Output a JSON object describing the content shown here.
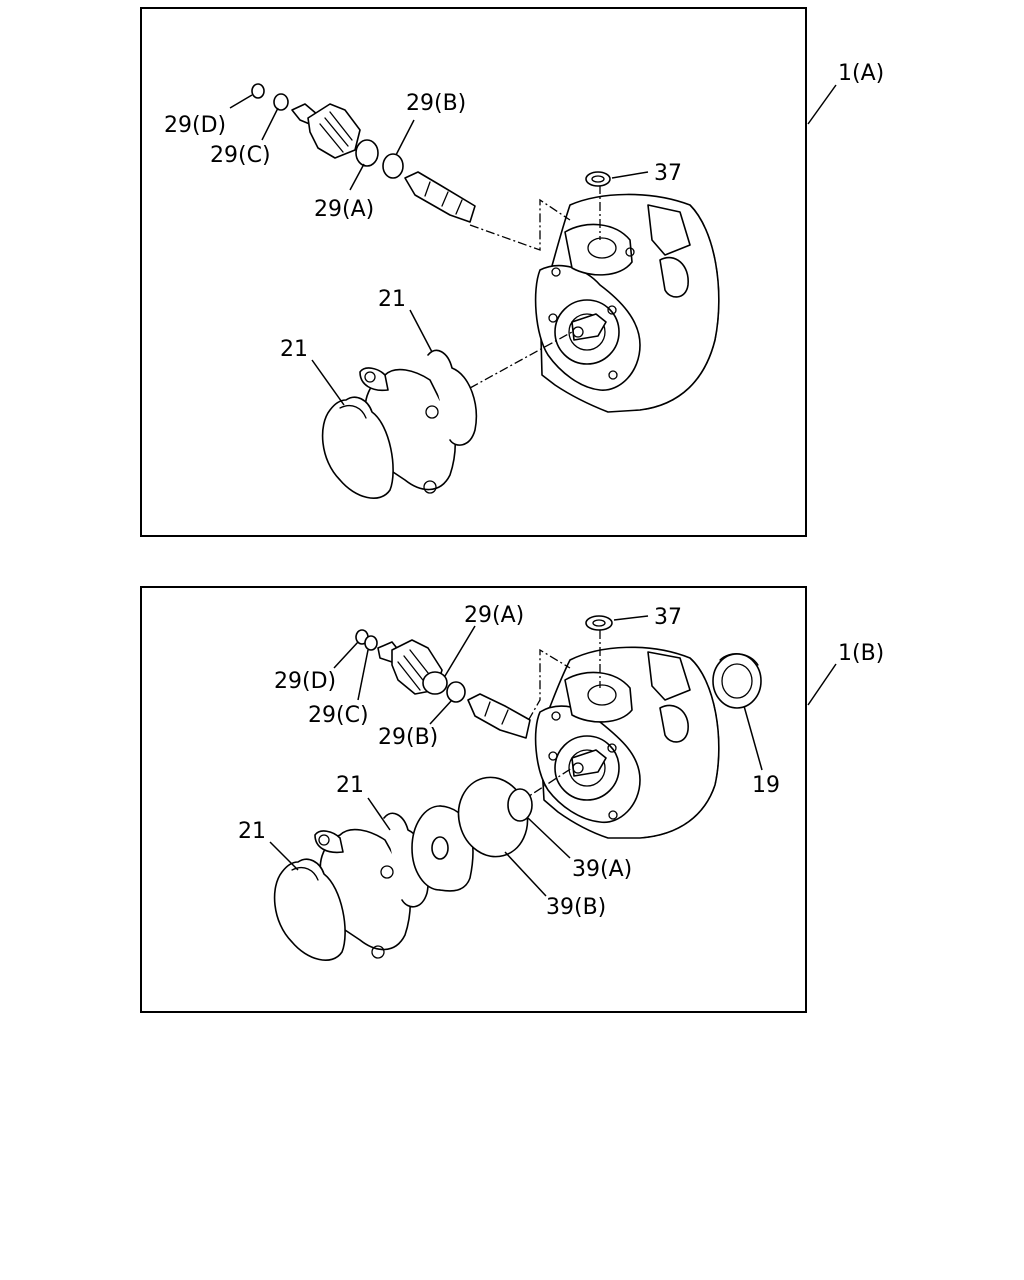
{
  "top_view": {
    "assembly_label": "1(A)",
    "callouts": {
      "d": "29(D)",
      "c": "29(C)",
      "a": "29(A)",
      "b": "29(B)",
      "p37": "37",
      "p21a": "21",
      "p21b": "21"
    }
  },
  "bottom_view": {
    "assembly_label": "1(B)",
    "callouts": {
      "a": "29(A)",
      "d": "29(D)",
      "c": "29(C)",
      "b": "29(B)",
      "p37": "37",
      "p19": "19",
      "p21a": "21",
      "p21b": "21",
      "p39a": "39(A)",
      "p39b": "39(B)"
    }
  }
}
